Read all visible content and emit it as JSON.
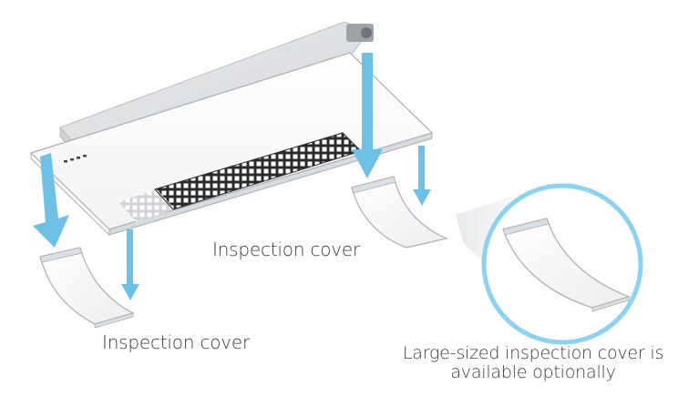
{
  "labels": {
    "inspection_cover_center": "Inspection cover",
    "inspection_cover_left": "Inspection cover",
    "large_cover_note": "Large-sized inspection cover is available optionally"
  },
  "colors": {
    "arrow": "#6ec1e4",
    "magnifier_ring": "#8dd3ef",
    "unit_body": "#ffffff",
    "unit_outline": "#b9bcc0",
    "grille": "#2a2a2a"
  }
}
